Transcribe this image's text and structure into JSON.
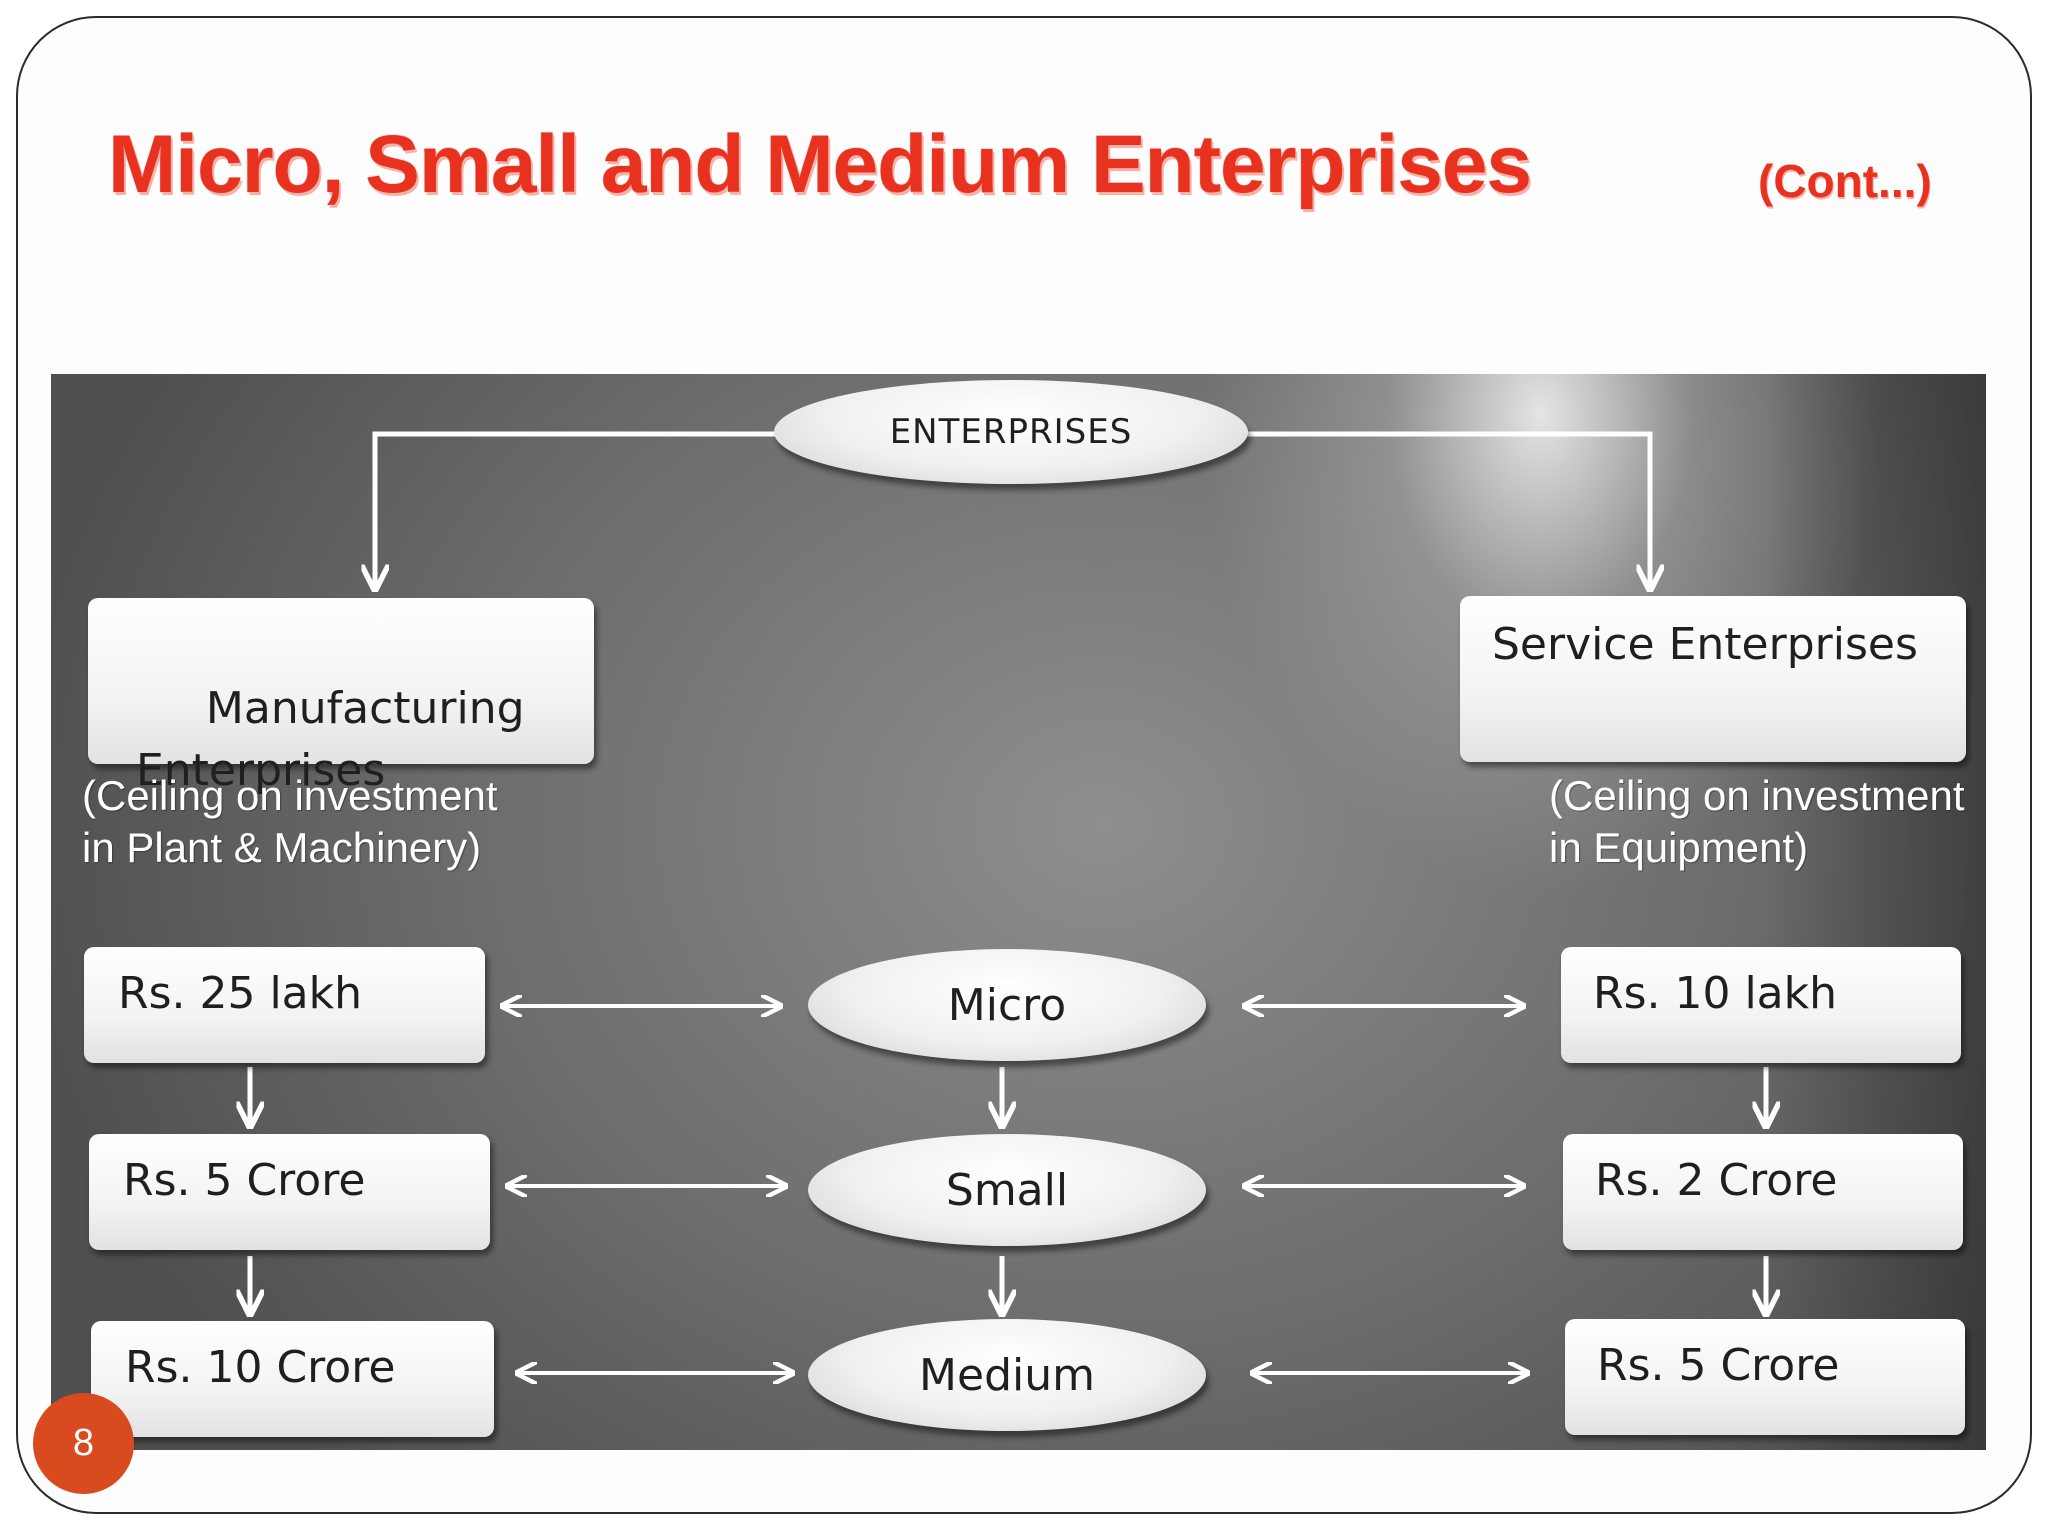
{
  "slide": {
    "title": "Micro, Small and Medium Enterprises",
    "continuation": "(Cont...)",
    "page_number": "8"
  },
  "diagram": {
    "root": "ENTERPRISES",
    "manufacturing": {
      "label": "Manufacturing\n Enterprises",
      "note": "(Ceiling on investment\nin Plant & Machinery)",
      "micro": "Rs. 25 lakh",
      "small": "Rs. 5 Crore",
      "medium": "Rs. 10 Crore"
    },
    "service": {
      "label": "Service Enterprises",
      "note": "(Ceiling on investment\nin Equipment)",
      "micro": "Rs. 10 lakh",
      "small": "Rs. 2 Crore",
      "medium": "Rs. 5 Crore"
    },
    "categories": {
      "micro": "Micro",
      "small": "Small",
      "medium": "Medium"
    }
  },
  "colors": {
    "title": "#e8321f",
    "badge": "#d94a1e",
    "connector": "#ffffff"
  }
}
